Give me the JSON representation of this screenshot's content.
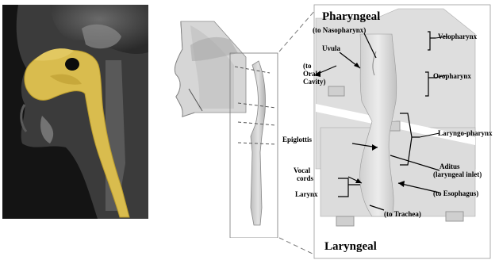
{
  "headings": {
    "pharyngeal": "Pharyngeal",
    "laryngeal": "Laryngeal"
  },
  "labels": {
    "to_nasopharynx": "(to Nasopharynx)",
    "uvula": "Uvula",
    "to_oral_1": "(to",
    "to_oral_2": "Oral",
    "to_oral_3": "Cavity)",
    "velopharynx": "Velopharynx",
    "oropharynx": "Oropharynx",
    "laryngo_pharynx": "Laryngo-pharynx",
    "epiglottis": "Epiglottis",
    "aditus_1": "Aditus",
    "aditus_2": "(laryngeal inlet)",
    "vocal_1": "Vocal",
    "vocal_2": "cords",
    "larynx": "Larynx",
    "to_esophagus": "(to Esophagus)",
    "to_trachea": "(to Trachea)"
  },
  "colors": {
    "airway": "#d9bc4e",
    "ct_background": "#141414",
    "model_gray": "#c9c9c9"
  }
}
